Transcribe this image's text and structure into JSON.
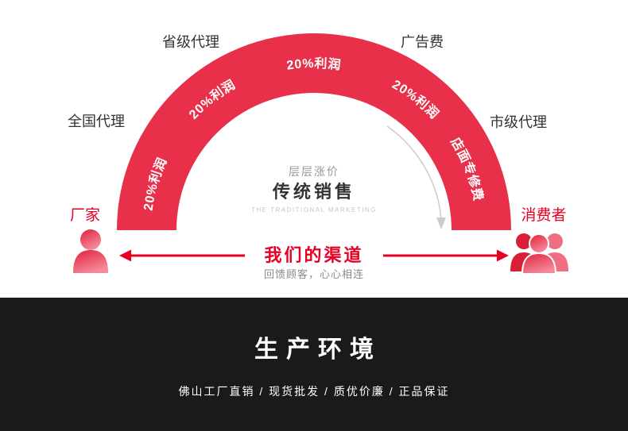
{
  "colors": {
    "arc_red": "#e8304a",
    "accent_red": "#e60023",
    "person_red_top": "#e0203a",
    "person_pink_bottom": "#f58a9b",
    "consumer_back_left": "#d81f38",
    "consumer_back_right": "#f06e81",
    "dark_text": "#333333",
    "gray_text": "#8a8a8a",
    "light_gray_text": "#c6c6c6",
    "flow_line": "#cccccc",
    "footer_bg": "#1a1a1a",
    "footer_text": "#ffffff"
  },
  "diagram": {
    "arc_labels": [
      {
        "text": "20%利润"
      },
      {
        "text": "20%利润"
      },
      {
        "text": "20%利润"
      },
      {
        "text": "20%利润"
      },
      {
        "text": "店面专修费"
      }
    ],
    "outer_labels": {
      "left": "全国代理",
      "top_left": "省级代理",
      "top_right": "广告费",
      "right": "市级代理"
    },
    "center": {
      "note": "层层涨价",
      "title": "传统销售",
      "subtitle_en": "THE TRADITIONAL MARKETING"
    },
    "manufacturer_label": "厂家",
    "consumer_label": "消费者",
    "channel": {
      "title": "我们的渠道",
      "subtitle": "回馈顾客，心心相连"
    }
  },
  "footer": {
    "title": "生产环境",
    "subtitle": "佛山工厂直销 / 现货批发 / 质优价廉 / 正品保证"
  }
}
